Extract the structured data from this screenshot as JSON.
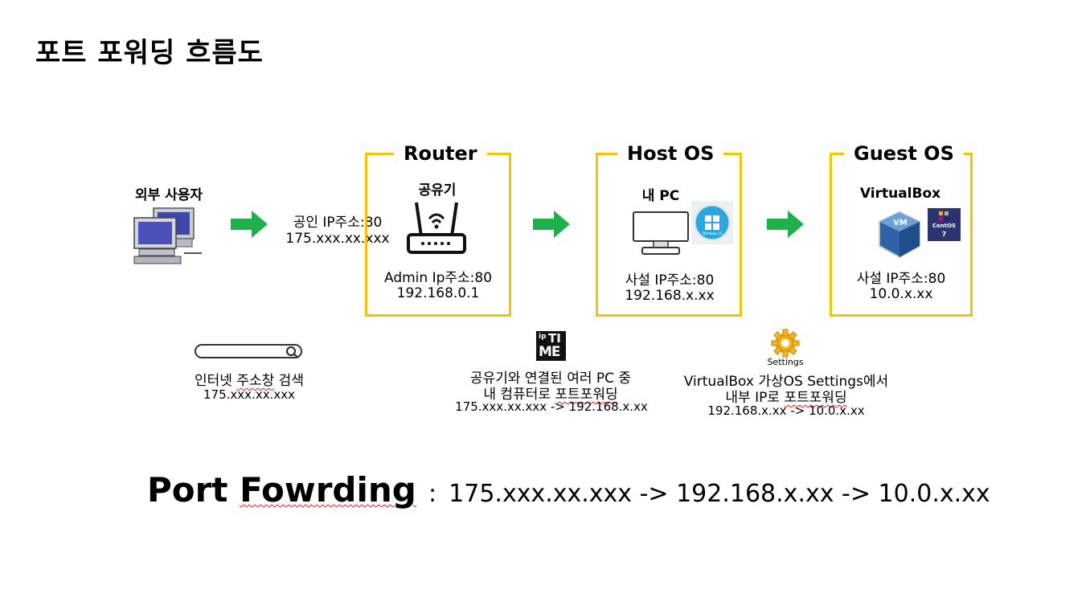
{
  "page_title": "포트 포워딩 흐름도",
  "external_user": {
    "label": "외부 사용자"
  },
  "public_ip": {
    "label": "공인 IP주소:80",
    "value": "175.xxx.xx.xxx"
  },
  "router": {
    "title": "Router",
    "device": "공유기",
    "ip_label": "Admin Ip주소:80",
    "ip_value": "192.168.0.1"
  },
  "host": {
    "title": "Host OS",
    "device": "내 PC",
    "windows_badge": "Windows 10",
    "ip_label": "사설 IP주소:80",
    "ip_value": "192.168.x.xx"
  },
  "guest": {
    "title": "Guest OS",
    "device": "VirtualBox",
    "vbox_badge": "VM",
    "centos_badge": "CentOS",
    "centos_version": "7",
    "ip_label": "사설 IP주소:80",
    "ip_value": "10.0.x.xx"
  },
  "step_search": {
    "line1_prefix": "인터넷 ",
    "line1_squiggle": "주소창",
    "line1_suffix": " 검색",
    "line2": "175.xxx.xx.xxx"
  },
  "step_router": {
    "logo_top_left": "ip",
    "logo_top_right": "TI",
    "logo_bottom": "ME",
    "line1": "공유기와 연결된 여러 PC 중",
    "line2_prefix": "내 컴퓨터로 ",
    "line2_squiggle": "포트포워딩",
    "line3": "175.xxx.xx.xxx -> 192.168.x.xx"
  },
  "step_vbox": {
    "settings_label": "Settings",
    "line1": "VirtualBox 가상OS Settings에서",
    "line2_prefix": "내부 IP로 ",
    "line2_squiggle": "포트포워딩",
    "line3": "192.168.x.xx -> 10.0.x.xx"
  },
  "summary": {
    "heading": "Port Fowrding",
    "separator": ":",
    "chain": "175.xxx.xx.xxx -> 192.168.x.xx -> 10.0.x.xx"
  },
  "colors": {
    "box_border": "#f5c400",
    "arrow": "#1fb04a",
    "windows": "#2aa7de"
  }
}
